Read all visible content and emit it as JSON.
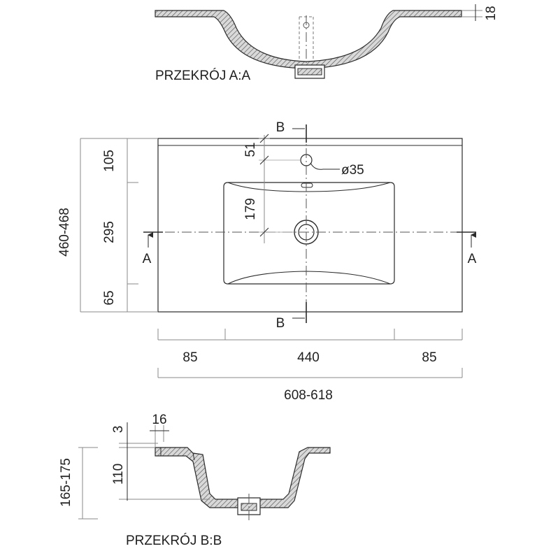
{
  "sections": {
    "aa_label": "PRZEKRÓJ A:A",
    "bb_label": "PRZEKRÓJ B:B"
  },
  "section_marks": {
    "a": "A",
    "b": "B"
  },
  "dimensions": {
    "rim_thickness": "18",
    "depth_total": "460-468",
    "depth_back": "105",
    "depth_bowl": "295",
    "depth_front": "65",
    "tap_offset": "51",
    "drain_offset": "179",
    "tap_hole": "ø35",
    "margin_left": "85",
    "bowl_width": "440",
    "margin_right": "85",
    "width_total": "608-618",
    "section_height_total": "165-175",
    "section_bowl_height": "110",
    "section_top_gap": "3",
    "section_rim_width": "16"
  }
}
